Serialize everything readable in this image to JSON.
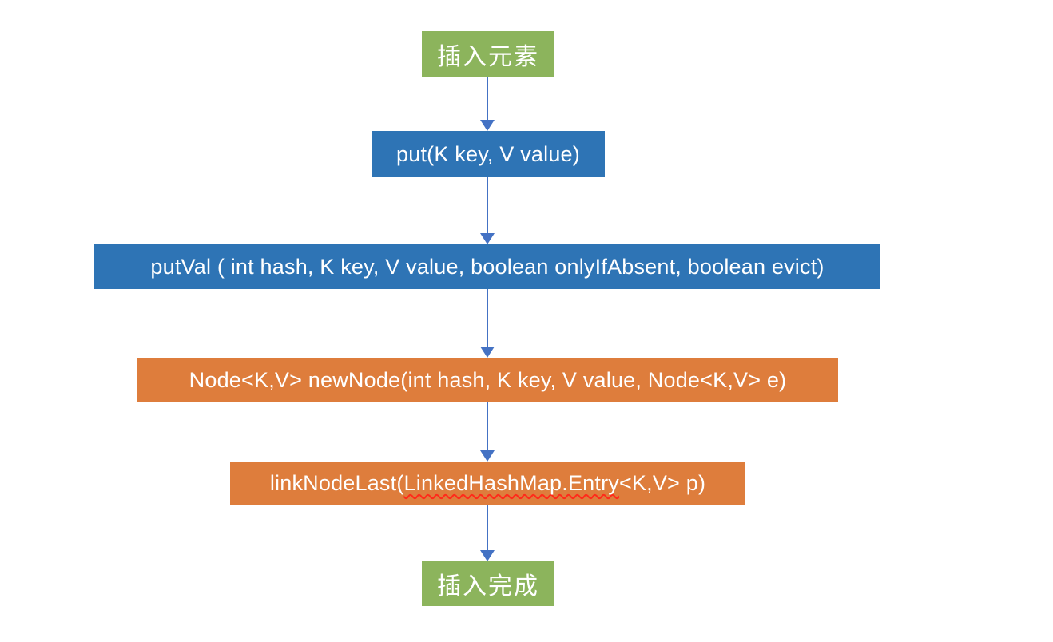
{
  "diagram": {
    "type": "flowchart",
    "direction": "top-down",
    "background_color": "#FFFFFF",
    "arrow_color": "#4472C4",
    "nodes": [
      {
        "id": "start",
        "label": "插入元素",
        "shape": "rectangle",
        "fill_color": "#8CB45C",
        "text_color": "#FFFFFF"
      },
      {
        "id": "put",
        "label": "put(K key, V value)",
        "shape": "rectangle",
        "fill_color": "#2E74B5",
        "text_color": "#FFFFFF"
      },
      {
        "id": "putVal",
        "label": "putVal ( int hash, K key, V value, boolean onlyIfAbsent, boolean evict)",
        "shape": "rectangle",
        "fill_color": "#2E74B5",
        "text_color": "#FFFFFF"
      },
      {
        "id": "newNode",
        "label": "Node<K,V> newNode(int hash, K key, V value, Node<K,V> e)",
        "shape": "rectangle",
        "fill_color": "#DE7D3C",
        "text_color": "#FFFFFF"
      },
      {
        "id": "linkNodeLast",
        "label_prefix": "linkNodeLast(",
        "label_spellchecked": "LinkedHashMap.Entry",
        "label_suffix": "<K,V> p)",
        "spellcheck_underline_color": "#FF2A1A",
        "shape": "rectangle",
        "fill_color": "#DE7D3C",
        "text_color": "#FFFFFF"
      },
      {
        "id": "end",
        "label": "插入完成",
        "shape": "rectangle",
        "fill_color": "#8CB45C",
        "text_color": "#FFFFFF"
      }
    ],
    "edges": [
      {
        "from": "start",
        "to": "put"
      },
      {
        "from": "put",
        "to": "putVal"
      },
      {
        "from": "putVal",
        "to": "newNode"
      },
      {
        "from": "newNode",
        "to": "linkNodeLast"
      },
      {
        "from": "linkNodeLast",
        "to": "end"
      }
    ]
  }
}
